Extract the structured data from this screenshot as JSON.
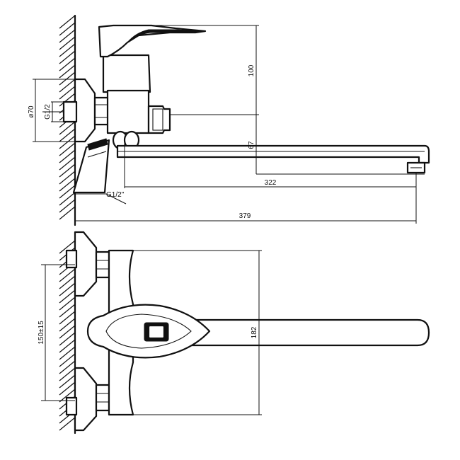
{
  "dimensions": {
    "height_to_lever": "100",
    "spout_drop": "67",
    "spout_reach": "322",
    "overall_length": "379",
    "flange_diameter": "ø70",
    "inlet_thread": "G1/2",
    "outlet_thread": "G1/2\"",
    "centre_distance": "150±15",
    "body_width": "182"
  }
}
